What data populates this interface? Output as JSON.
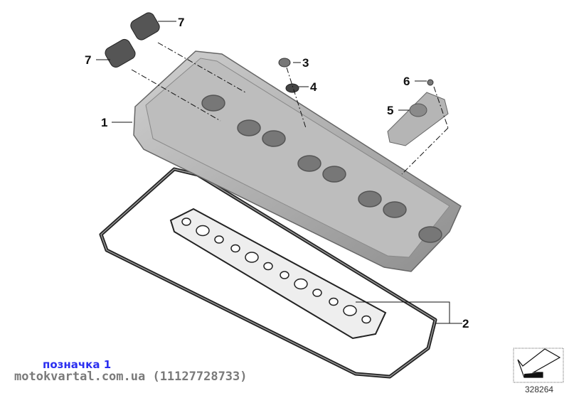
{
  "diagram": {
    "callouts": [
      {
        "id": "label-1",
        "text": "1"
      },
      {
        "id": "label-2",
        "text": "2"
      },
      {
        "id": "label-3",
        "text": "3"
      },
      {
        "id": "label-4",
        "text": "4"
      },
      {
        "id": "label-5",
        "text": "5"
      },
      {
        "id": "label-6",
        "text": "6"
      },
      {
        "id": "label-7a",
        "text": "7"
      },
      {
        "id": "label-7b",
        "text": "7"
      }
    ],
    "reference_number": "328264"
  },
  "footer": {
    "note": "позначка 1",
    "watermark": "motokvartal.com.ua (11127728733)"
  },
  "colors": {
    "note": "#2a2ef0",
    "watermark": "#7a7a7a",
    "cover": "#a9a9a9"
  }
}
